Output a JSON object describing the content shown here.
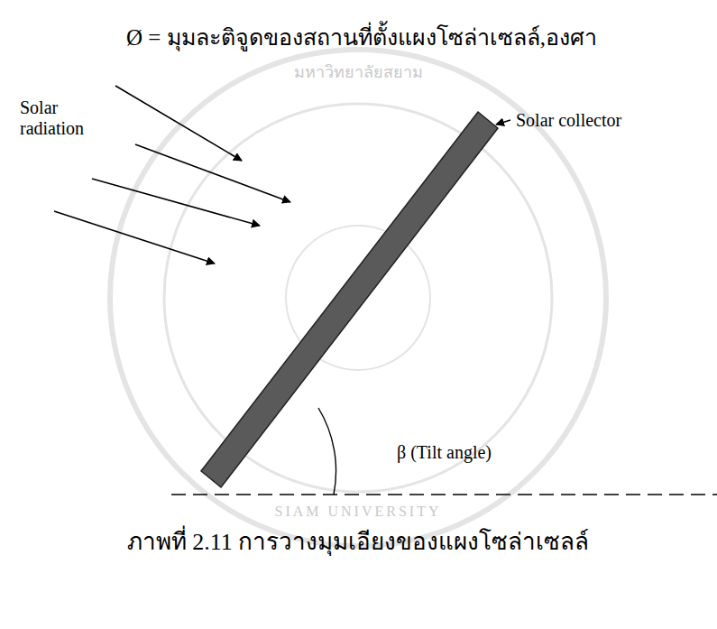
{
  "diagram": {
    "caption": "ภาพที่ 2.11 การวางมุมเอียงของแผงโซล่าเซลล์",
    "labels": [
      "Ø = มุมละติจูดของสถานที่ตั้งแผงโซล่าเซลล์,องศา",
      "Solar radiation",
      "Solar collector",
      "β (Tilt angle)",
      "มหาวิทยาลัยสยาม",
      "SIAM UNIVERSITY"
    ]
  }
}
